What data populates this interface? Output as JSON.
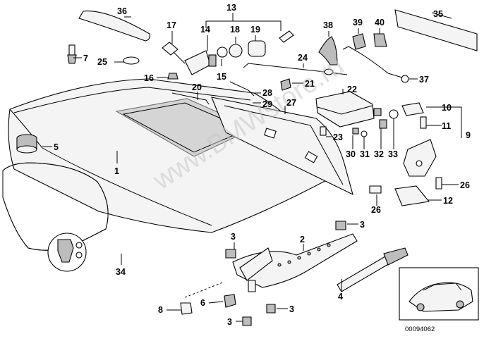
{
  "diagram": {
    "watermark": "www.BMWstore.ru",
    "diagram_code": "00094062",
    "callouts": [
      "1",
      "2",
      "3",
      "3",
      "3",
      "3",
      "3",
      "4",
      "5",
      "6",
      "7",
      "8",
      "9",
      "10",
      "11",
      "12",
      "13",
      "14",
      "15",
      "16",
      "17",
      "18",
      "19",
      "20",
      "21",
      "22",
      "23",
      "24",
      "25",
      "26",
      "26",
      "27",
      "28",
      "29",
      "30",
      "31",
      "32",
      "33",
      "34",
      "35",
      "36",
      "37",
      "38",
      "39",
      "40"
    ]
  }
}
